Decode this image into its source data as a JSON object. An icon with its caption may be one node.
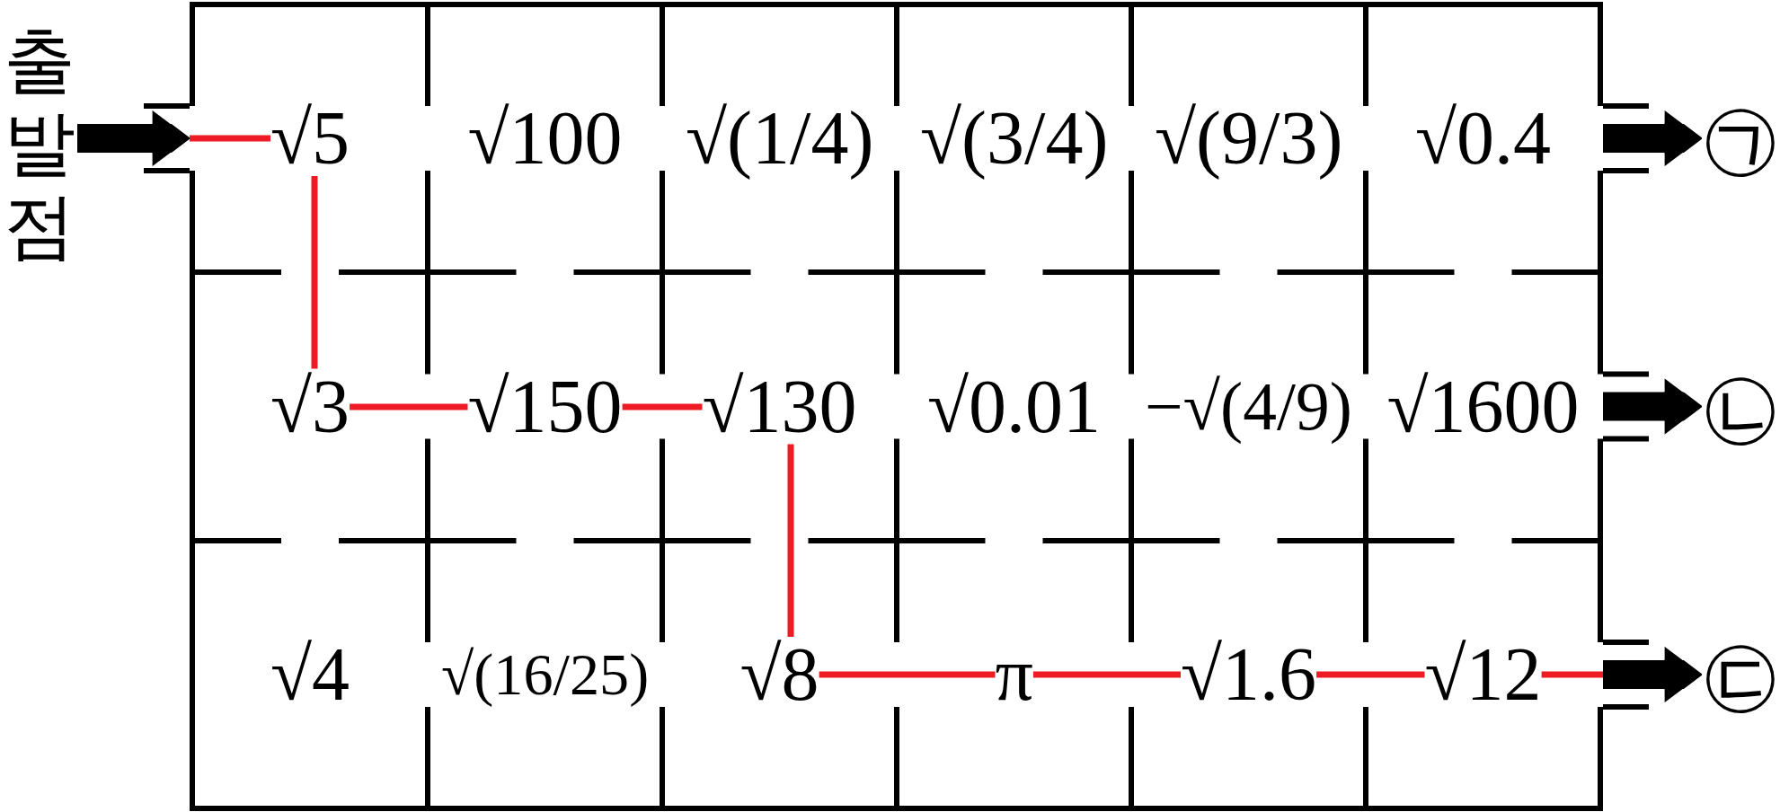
{
  "diagram": {
    "nodes": [
      {
        "text": [
          "출발점"
        ]
      },
      {
        "text": [],
        "shape": "box"
      },
      {
        "text": [
          "√5"
        ],
        "in": 1
      },
      {
        "text": [
          "√100"
        ],
        "in": 1
      },
      {
        "text": [
          "√(1/4)"
        ],
        "in": 1
      },
      {
        "text": [
          "√(3/4)"
        ],
        "in": 1
      },
      {
        "text": [
          "√(9/3)"
        ],
        "in": 1
      },
      {
        "text": [
          "√0.4"
        ],
        "in": 1
      },
      {
        "text": [
          "√3"
        ],
        "in": 1
      },
      {
        "text": [
          "√150"
        ],
        "in": 1
      },
      {
        "text": [
          "√130"
        ],
        "in": 1
      },
      {
        "text": [
          "√0.01"
        ],
        "in": 1
      },
      {
        "text": [
          "−√(4/9)"
        ],
        "in": 1
      },
      {
        "text": [
          "√1600"
        ],
        "in": 1
      },
      {
        "text": [
          "√4"
        ],
        "in": 1
      },
      {
        "text": [
          "√(16/25)"
        ],
        "in": 1
      },
      {
        "text": [
          "√8"
        ],
        "in": 1
      },
      {
        "text": [
          "π"
        ],
        "in": 1
      },
      {
        "text": [
          "√1.6"
        ],
        "in": 1
      },
      {
        "text": [
          "√12"
        ],
        "in": 1
      },
      {
        "text": [
          "㉠"
        ]
      },
      {
        "text": [
          "㉡"
        ]
      },
      {
        "text": [
          "㉢"
        ]
      }
    ],
    "edges": [
      {
        "from": 0,
        "to": 1,
        "arrow": "to",
        "style": "thick",
        "color": "#000000"
      },
      {
        "from": 1,
        "to": 2,
        "arrow": "none"
      },
      {
        "from": 2,
        "to": 8,
        "arrow": "none"
      },
      {
        "from": 8,
        "to": 9,
        "arrow": "none"
      },
      {
        "from": 9,
        "to": 10,
        "arrow": "none"
      },
      {
        "from": 10,
        "to": 16,
        "arrow": "none"
      },
      {
        "from": 16,
        "to": 17,
        "arrow": "none"
      },
      {
        "from": 17,
        "to": 18,
        "arrow": "none"
      },
      {
        "from": 18,
        "to": 19,
        "arrow": "none"
      },
      {
        "from": 19,
        "to": 1,
        "arrow": "none"
      },
      {
        "from": 1,
        "to": 20,
        "arrow": "to",
        "style": "thick",
        "color": "#000000"
      },
      {
        "from": 1,
        "to": 21,
        "arrow": "to",
        "style": "thick",
        "color": "#000000"
      },
      {
        "from": 1,
        "to": 22,
        "arrow": "to",
        "style": "thick",
        "color": "#000000"
      }
    ]
  }
}
